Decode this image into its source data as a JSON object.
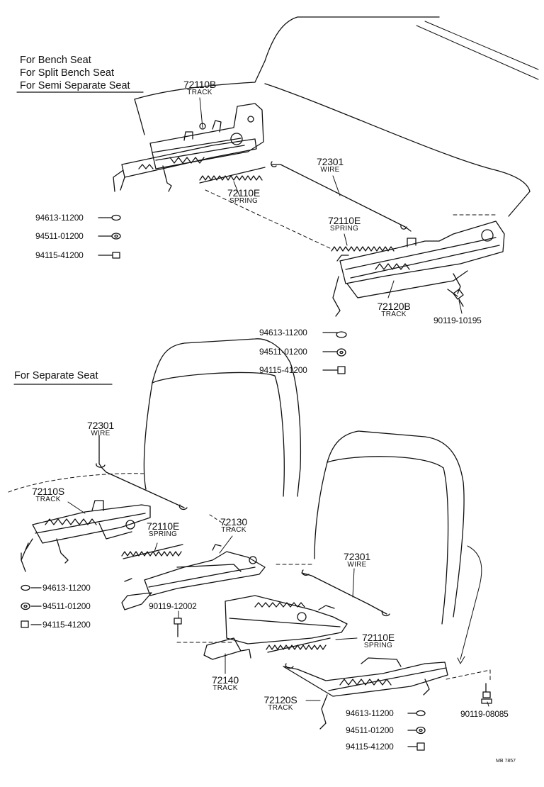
{
  "headings": {
    "bench": "For Bench Seat",
    "split_bench": "For Split Bench Seat",
    "semi_separate": "For Semi Separate Seat",
    "separate": "For Separate Seat"
  },
  "labels": {
    "track_72110B": {
      "number": "72110B",
      "name": "TRACK"
    },
    "wire_72301_top": {
      "number": "72301",
      "name": "WIRE"
    },
    "spring_72110E_a": {
      "number": "72110E",
      "name": "SPRING"
    },
    "spring_72110E_b": {
      "number": "72110E",
      "name": "SPRING"
    },
    "track_72120B": {
      "number": "72120B",
      "name": "TRACK"
    },
    "bolt_90119_10195": "90119-10195",
    "wire_72301_left": {
      "number": "72301",
      "name": "WIRE"
    },
    "track_72110S": {
      "number": "72110S",
      "name": "TRACK"
    },
    "spring_72110E_c": {
      "number": "72110E",
      "name": "SPRING"
    },
    "track_72130": {
      "number": "72130",
      "name": "TRACK"
    },
    "wire_72301_right": {
      "number": "72301",
      "name": "WIRE"
    },
    "bolt_90119_12002": "90119-12002",
    "spring_72110E_d": {
      "number": "72110E",
      "name": "SPRING"
    },
    "track_72140": {
      "number": "72140",
      "name": "TRACK"
    },
    "track_72120S": {
      "number": "72120S",
      "name": "TRACK"
    },
    "bolt_90119_08085": "90119-08085"
  },
  "hardware": {
    "top_left": [
      "94613-11200",
      "94511-01200",
      "94115-41200"
    ],
    "top_right": [
      "94613-11200",
      "94511-01200",
      "94115-41200"
    ],
    "bottom_left": [
      "94613-11200",
      "94511-01200",
      "94115-41200"
    ],
    "bottom_right": [
      "94613-11200",
      "94511-01200",
      "94115-41200"
    ]
  },
  "diagram_code": "MB 7857",
  "colors": {
    "ink": "#111111",
    "paper": "#ffffff"
  }
}
